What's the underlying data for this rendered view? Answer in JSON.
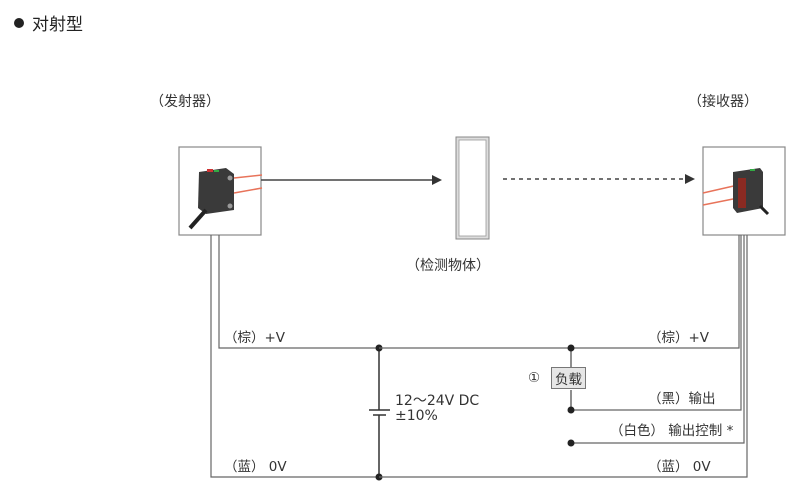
{
  "title": "对射型",
  "emitter": {
    "label": "（发射器）"
  },
  "receiver": {
    "label": "（接收器）"
  },
  "object": {
    "label": "（检测物体）"
  },
  "wiring": {
    "left_brown": "（棕）+V",
    "left_blue": "（蓝） 0V",
    "power_supply_line1": "12～24V DC",
    "power_supply_line2": "±10%",
    "load_marker": "①",
    "load_label": "负载",
    "right_brown": "（棕）+V",
    "right_black": "（黑）输出",
    "right_white": "（白色） 输出控制 *",
    "right_blue": "（蓝） 0V"
  },
  "colors": {
    "wire": "#666666",
    "beam": "#e8735a",
    "sensor_body": "#3a3a3a",
    "arrow": "#333333"
  }
}
